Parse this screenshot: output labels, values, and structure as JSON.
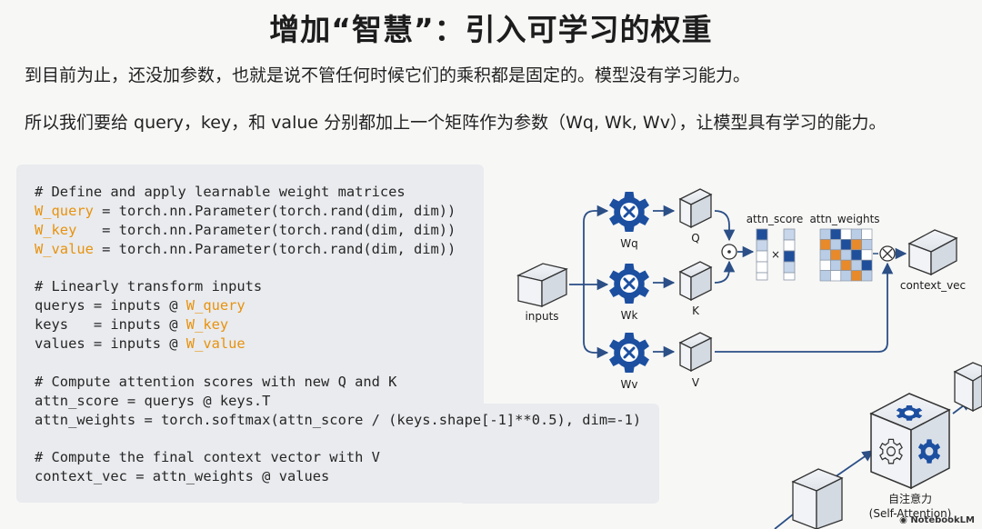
{
  "slide": {
    "title": "增加“智慧”：引入可学习的权重",
    "paragraph1": "到目前为止，还没加参数，也就是说不管任何时候它们的乘积都是固定的。模型没有学习能力。",
    "paragraph2": "所以我们要给 query，key，和 value 分别都加上一个矩阵作为参数（Wq, Wk, Wv），让模型具有学习的能力。"
  },
  "code": {
    "lines": [
      [
        {
          "t": "# Define and apply learnable weight matrices"
        }
      ],
      [
        {
          "t": "W_query",
          "w": true
        },
        {
          "t": " = torch.nn.Parameter(torch.rand(dim, dim))"
        }
      ],
      [
        {
          "t": "W_key",
          "w": true
        },
        {
          "t": "   = torch.nn.Parameter(torch.rand(dim, dim))"
        }
      ],
      [
        {
          "t": "W_value",
          "w": true
        },
        {
          "t": " = torch.nn.Parameter(torch.rand(dim, dim))"
        }
      ],
      [
        {
          "t": ""
        }
      ],
      [
        {
          "t": "# Linearly transform inputs"
        }
      ],
      [
        {
          "t": "querys = inputs @ "
        },
        {
          "t": "W_query",
          "w": true
        }
      ],
      [
        {
          "t": "keys   = inputs @ "
        },
        {
          "t": "W_key",
          "w": true
        }
      ],
      [
        {
          "t": "values = inputs @ "
        },
        {
          "t": "W_value",
          "w": true
        }
      ],
      [
        {
          "t": ""
        }
      ],
      [
        {
          "t": "# Compute attention scores with new Q and K"
        }
      ],
      [
        {
          "t": "attn_score = querys @ keys.T"
        }
      ],
      [
        {
          "t": "attn_weights = torch.softmax(attn_score / (keys.shape[-1]**0.5), dim=-1)"
        }
      ],
      [
        {
          "t": ""
        }
      ],
      [
        {
          "t": "# Compute the final context vector with V"
        }
      ],
      [
        {
          "t": "context_vec = attn_weights @ values"
        }
      ]
    ]
  },
  "diagram": {
    "inputs_label": "inputs",
    "wq_label": "Wq",
    "wk_label": "Wk",
    "wv_label": "Wv",
    "q_label": "Q",
    "k_label": "K",
    "v_label": "V",
    "dot_symbol": "⊙",
    "times_symbol": "×",
    "otimes_symbol": "⊗",
    "attn_score_label": "attn_score",
    "attn_weights_label": "attn_weights",
    "context_label": "context_vec",
    "self_attention_label": "自注意力",
    "self_attention_en": "(Self-Attention)",
    "colors": {
      "accent": "#1c4fa0",
      "arrow": "#2b4f86",
      "orange": "#e88a2a",
      "light_blue": "#b9cde6"
    }
  },
  "footer": {
    "brand": "NotebookLM"
  }
}
